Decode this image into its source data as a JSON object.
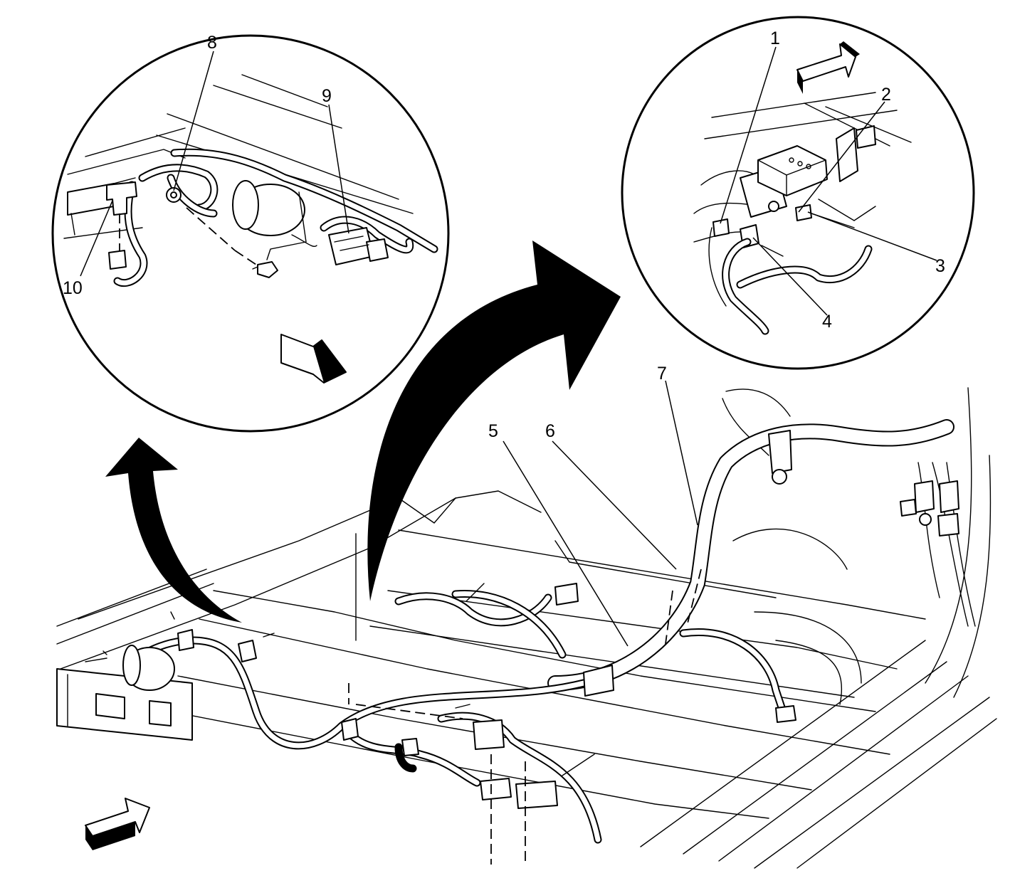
{
  "diagram": {
    "callouts": [
      "1",
      "2",
      "3",
      "4",
      "5",
      "6",
      "7",
      "8",
      "9",
      "10"
    ],
    "icons": {
      "direction_arrows": "forward-direction-arrow-icon",
      "view_arrows": "curved-view-arrow-icon"
    },
    "colors": {
      "ink": "#000000",
      "paper": "#ffffff"
    }
  }
}
